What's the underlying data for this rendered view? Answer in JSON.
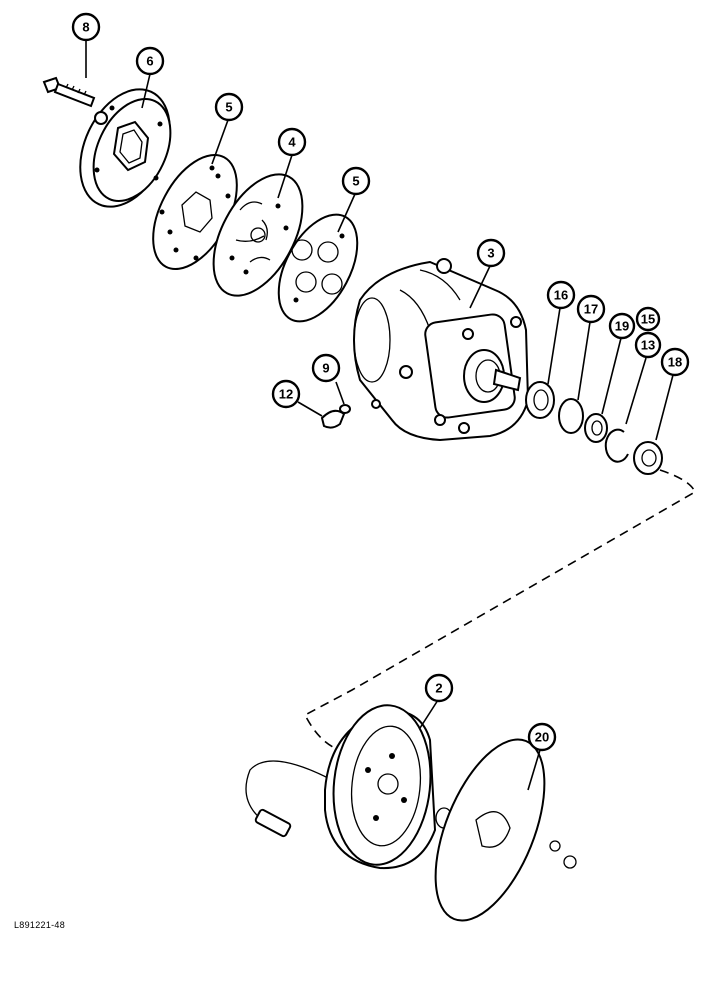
{
  "figure_id": "L891221-48",
  "callouts": [
    {
      "label": "8"
    },
    {
      "label": "6"
    },
    {
      "label": "5"
    },
    {
      "label": "4"
    },
    {
      "label": "5"
    },
    {
      "label": "3"
    },
    {
      "label": "16"
    },
    {
      "label": "17"
    },
    {
      "label": "15"
    },
    {
      "label": "19"
    },
    {
      "label": "13"
    },
    {
      "label": "18"
    },
    {
      "label": "9"
    },
    {
      "label": "12"
    },
    {
      "label": "2"
    },
    {
      "label": "20"
    }
  ]
}
